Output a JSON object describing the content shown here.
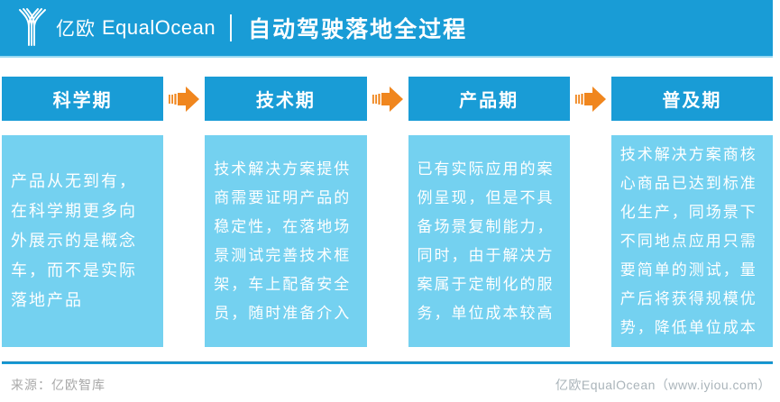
{
  "header": {
    "logo_cn": "亿欧",
    "logo_en": "EqualOcean",
    "title": "自动驾驶落地全过程"
  },
  "stages": [
    {
      "name": "科学期",
      "description": "产品从无到有，在科学期更多向外展示的是概念车，而不是实际落地产品"
    },
    {
      "name": "技术期",
      "description": "技术解决方案提供商需要证明产品的稳定性，在落地场景测试完善技术框架，车上配备安全员，随时准备介入"
    },
    {
      "name": "产品期",
      "description": "已有实际应用的案例呈现，但是不具备场景复制能力，同时，由于解决方案属于定制化的服务，单位成本较高"
    },
    {
      "name": "普及期",
      "description": "技术解决方案商核心商品已达到标准化生产，同场景下不同地点应用只需要简单的测试，量产后将获得规模优势，降低单位成本"
    }
  ],
  "footer": {
    "source": "来源：亿欧智库",
    "credit": "亿欧EqualOcean（www.iyiou.com）"
  },
  "colors": {
    "brand_blue": "#199CD6",
    "light_blue": "#74D1F0",
    "arrow_orange": "#F0861E",
    "footer_gray": "#A8A8A8",
    "text_white": "#FFFFFF"
  },
  "icons": {
    "logo": "equalocean-logo-icon",
    "arrow": "fast-forward-arrow-icon"
  }
}
